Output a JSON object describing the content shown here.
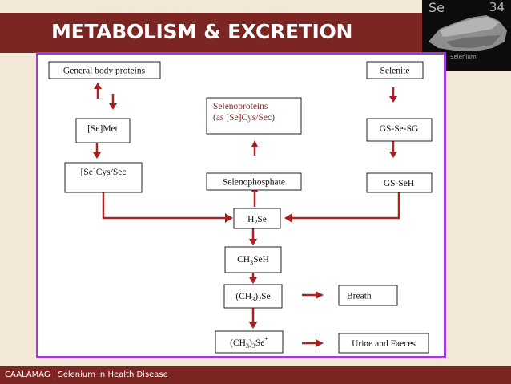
{
  "slide": {
    "title": "METABOLISM & EXCRETION",
    "footer": "CAALAMAG | Selenium in Health Disease"
  },
  "element_tile": {
    "symbol": "Se",
    "atomic_number": "34",
    "name": "Selenium"
  },
  "colors": {
    "banner": "#7b2623",
    "frame": "#a13bd6",
    "arrow": "#b02222",
    "highlight_text": "#8b2a2a",
    "background": "#f3e8d8"
  },
  "diagram": {
    "nodes": {
      "general_body_proteins": "General body proteins",
      "se_met": "[Se]Met",
      "se_cys_sec": "[Se]Cys/Sec",
      "selenoproteins_line1": "Selenoproteins",
      "selenoproteins_line2": "(as [Se]Cys/Sec)",
      "selenophosphate": "Selenophosphate",
      "selenite": "Selenite",
      "gs_se_sg": "GS-Se-SG",
      "gs_seh": "GS-SeH",
      "h2se": {
        "a": "H",
        "sub": "2",
        "b": "Se"
      },
      "ch3seh": {
        "a": "CH",
        "sub": "3",
        "b": "SeH"
      },
      "dimethylselenide": {
        "a": "(CH",
        "sub": "3",
        "b": ")",
        "sub2": "2",
        "c": "Se"
      },
      "trimethylselenonium": {
        "a": "(CH",
        "sub": "3",
        "b": ")",
        "sub2": "3",
        "c": "Se",
        "sup": "+"
      },
      "breath": "Breath",
      "urine_faeces": "Urine and Faeces"
    }
  }
}
